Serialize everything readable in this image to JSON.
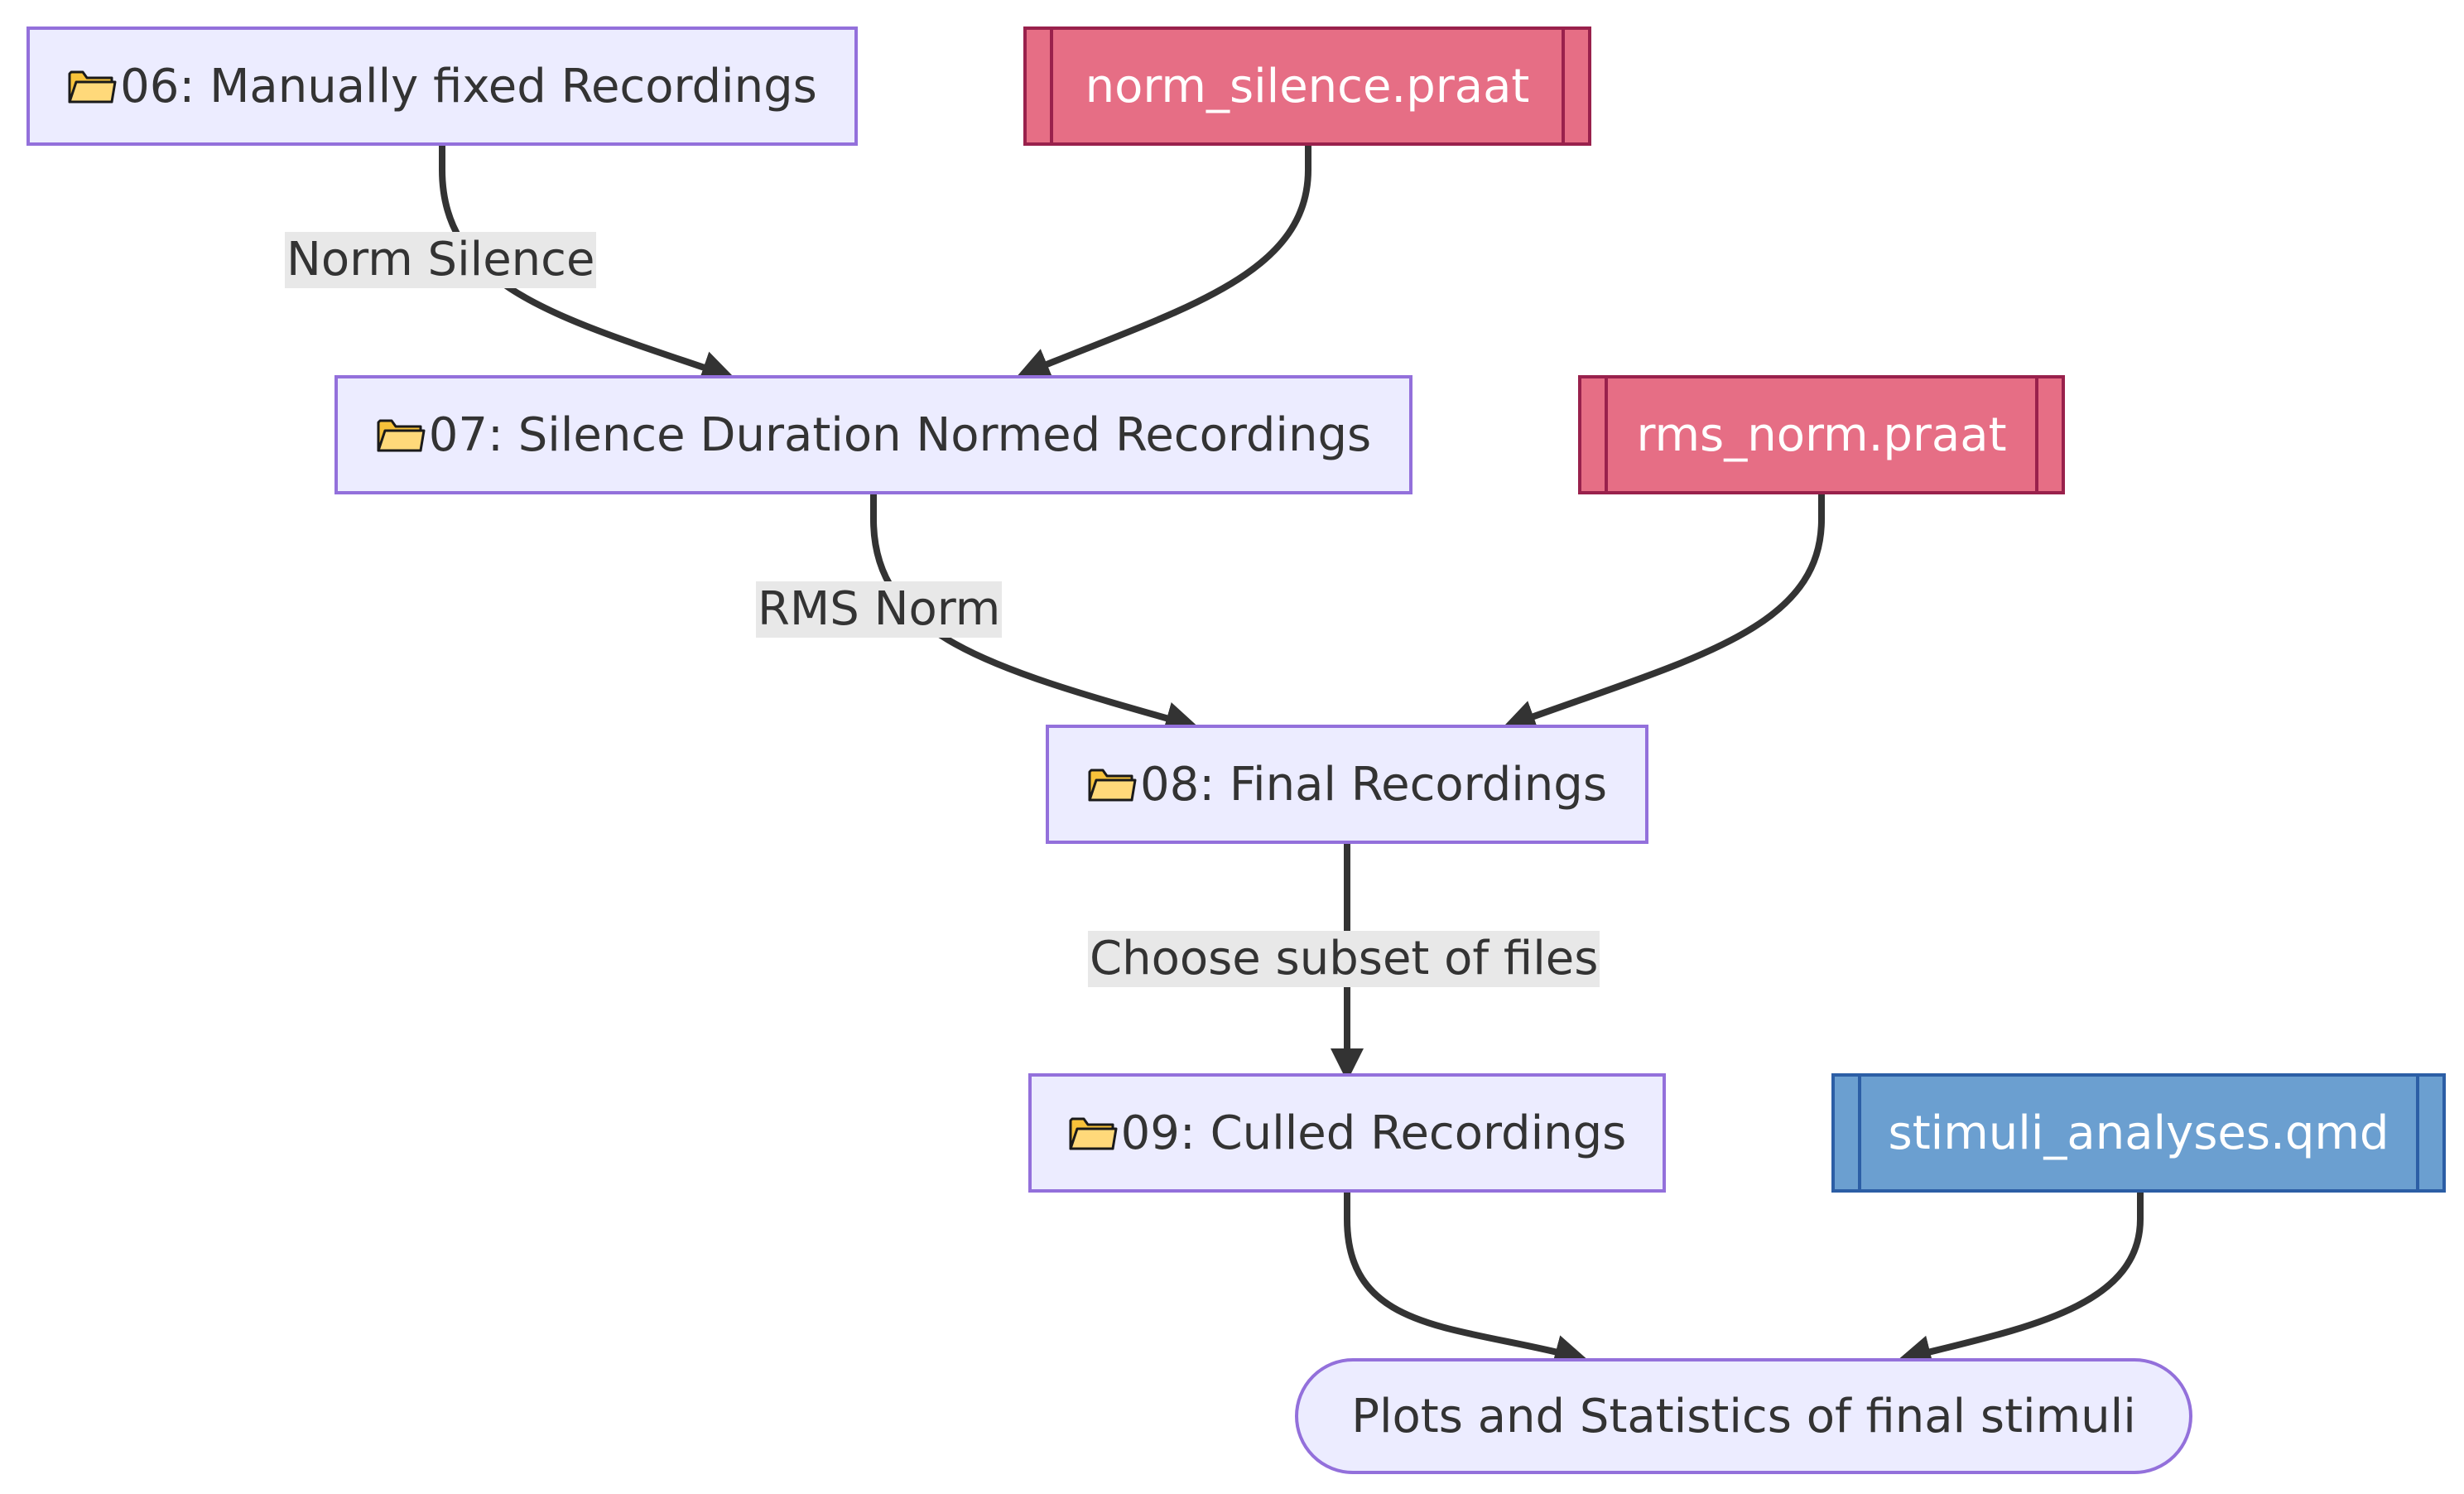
{
  "nodes": {
    "n06": {
      "label": "06: Manually fixed Recordings",
      "icon": "folder-icon"
    },
    "n07": {
      "label": "07: Silence Duration Normed Recordings",
      "icon": "folder-icon"
    },
    "n08": {
      "label": "08: Final Recordings",
      "icon": "folder-icon"
    },
    "n09": {
      "label": "09: Culled Recordings",
      "icon": "folder-icon"
    },
    "plots": {
      "label": "Plots and Statistics of final stimuli"
    },
    "norm_silence": {
      "label": "norm_silence.praat"
    },
    "rms_norm": {
      "label": "rms_norm.praat"
    },
    "stimuli_analyses": {
      "label": "stimuli_analyses.qmd"
    }
  },
  "edges": {
    "norm_silence": {
      "label": "Norm Silence"
    },
    "rms_norm": {
      "label": "RMS Norm"
    },
    "choose_subset": {
      "label": "Choose subset of files"
    }
  },
  "colors": {
    "process_fill": "#ececff",
    "process_border": "#9370db",
    "praat_fill": "#e66e85",
    "praat_border": "#99214c",
    "qmd_fill": "#6b9fd0",
    "qmd_border": "#2c5ea5",
    "edge": "#333333",
    "edge_label_bg": "#e8e8e8"
  }
}
